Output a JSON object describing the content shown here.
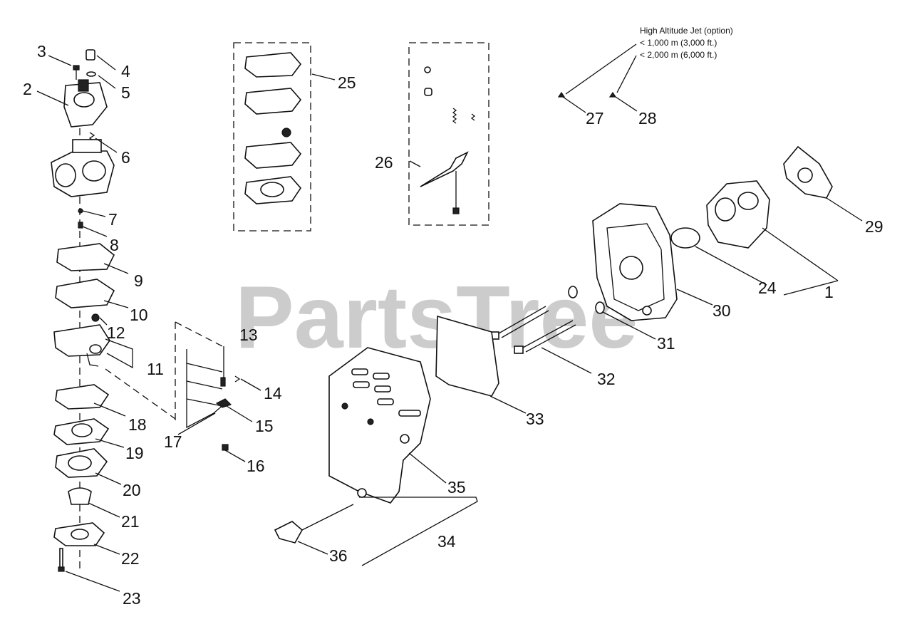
{
  "watermark": "PartsTree",
  "note": {
    "title": "High Altitude Jet (option)",
    "line1": "< 1,000 m (3,000 ft.)",
    "line2": "< 2,000 m (6,000 ft.)"
  },
  "callouts": [
    "1",
    "2",
    "3",
    "4",
    "5",
    "6",
    "7",
    "8",
    "9",
    "10",
    "11",
    "12",
    "13",
    "14",
    "15",
    "16",
    "17",
    "18",
    "19",
    "20",
    "21",
    "22",
    "23",
    "24",
    "25",
    "26",
    "27",
    "28",
    "29",
    "30",
    "31",
    "32",
    "33",
    "34",
    "35",
    "36"
  ]
}
